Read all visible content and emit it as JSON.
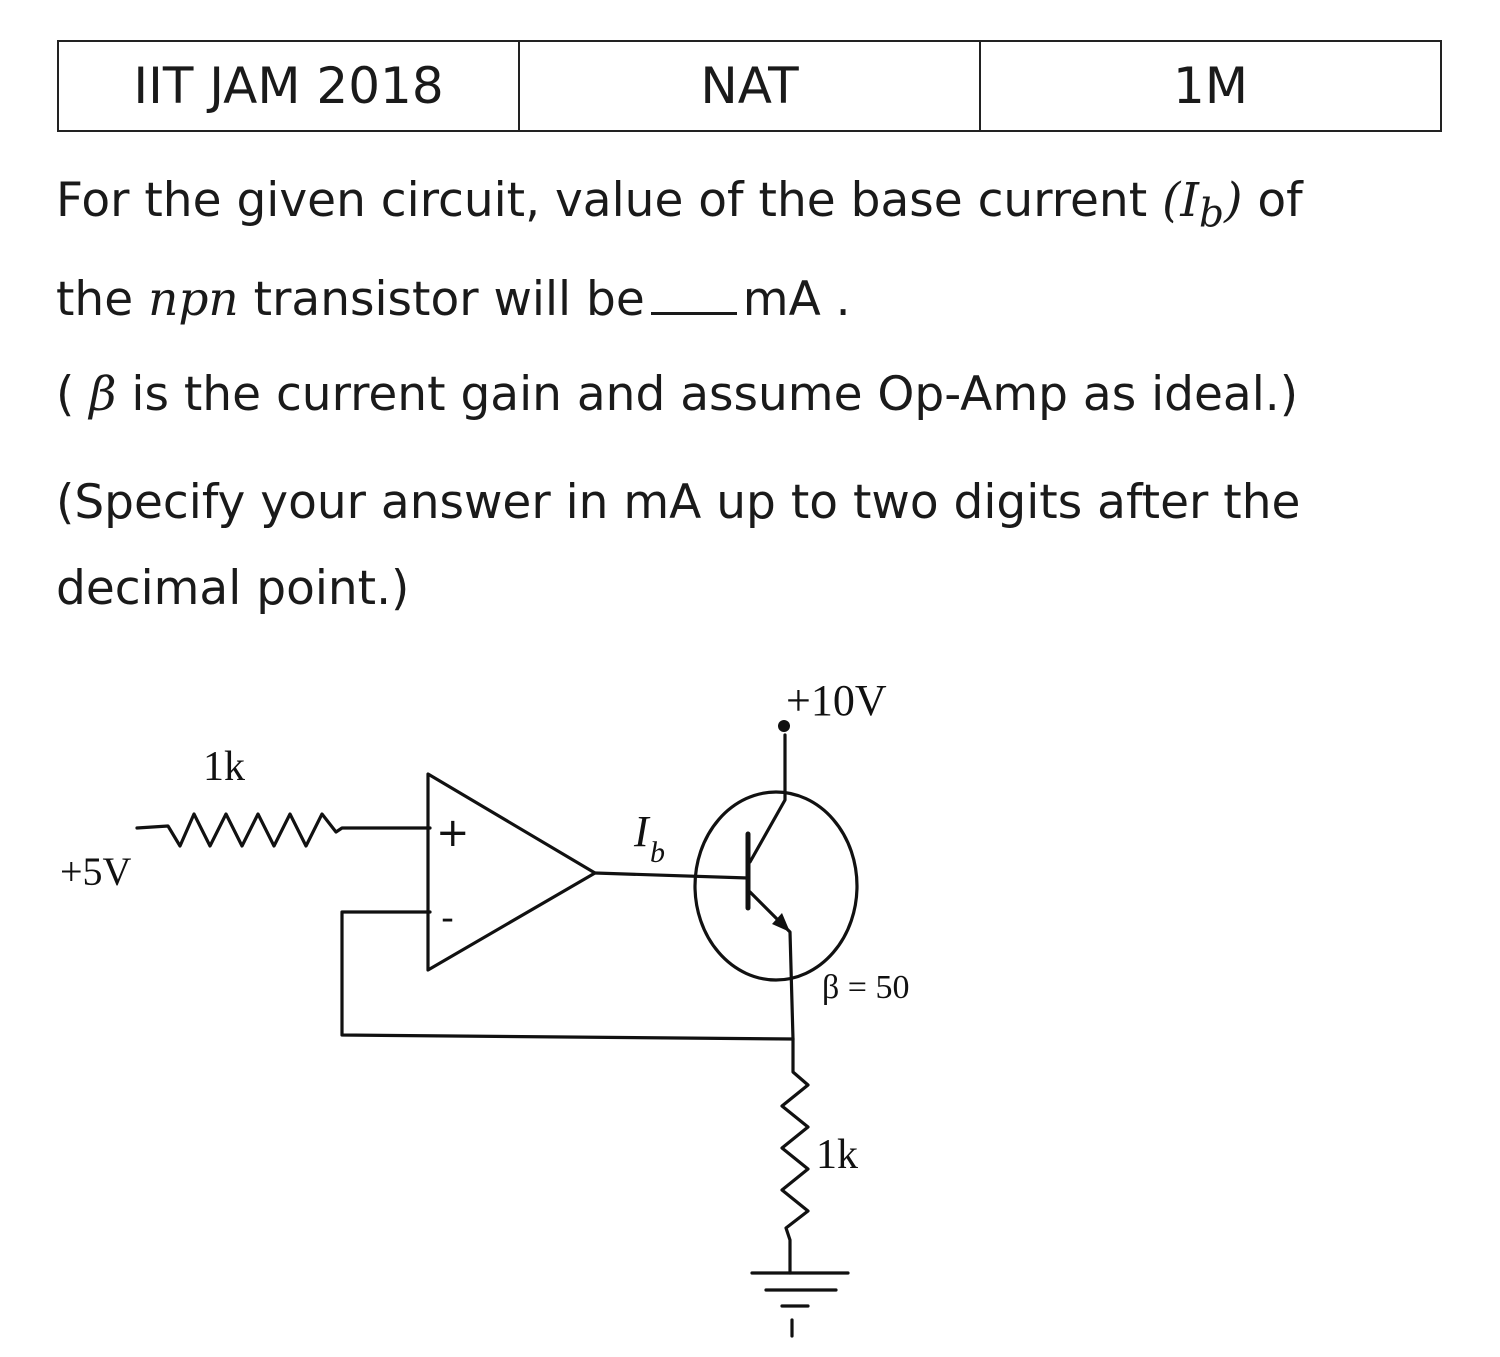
{
  "header": {
    "exam": "IIT JAM 2018",
    "type": "NAT",
    "marks": "1M"
  },
  "question": {
    "line1_prefix": "For the given circuit, value of the base current ",
    "ib_symbol": "(I",
    "ib_sub": "b",
    "ib_close": ")",
    "line1_suffix": " of",
    "line2_prefix": "the ",
    "npn": "npn",
    "line2_suffix": " transistor will be",
    "unit": "mA .",
    "note_open": "( ",
    "beta_symbol": "β",
    "note_rest": " is the current gain and assume Op-Amp as ideal.)",
    "instruction": "(Specify your answer in mA up to two digits after the decimal point.)"
  },
  "circuit": {
    "supply_top": "+10V",
    "input_voltage": "+5V",
    "input_resistor": "1k",
    "opamp_plus": "+",
    "opamp_minus": "-",
    "current_label_main": "I",
    "current_label_sub": "b",
    "beta_label": "β = 50",
    "emitter_resistor": "1k"
  }
}
